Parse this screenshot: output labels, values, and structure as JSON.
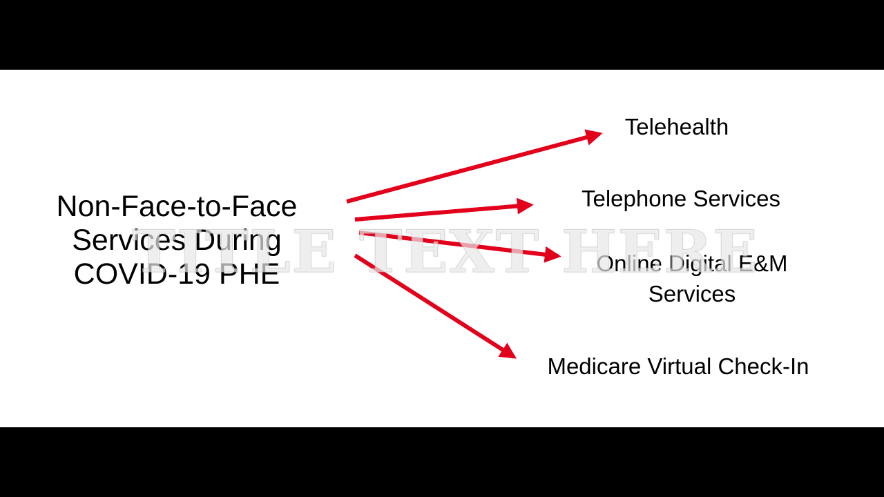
{
  "diagram": {
    "source": "Non-Face-to-Face\nServices During\nCOVID-19 PHE",
    "targets": [
      "Telehealth",
      "Telephone Services",
      "Online Digital E&M\nServices",
      "Medicare Virtual Check-In"
    ],
    "arrow_color": "#e3001b"
  },
  "watermark": {
    "text": "TITLE TEXT HERE"
  }
}
